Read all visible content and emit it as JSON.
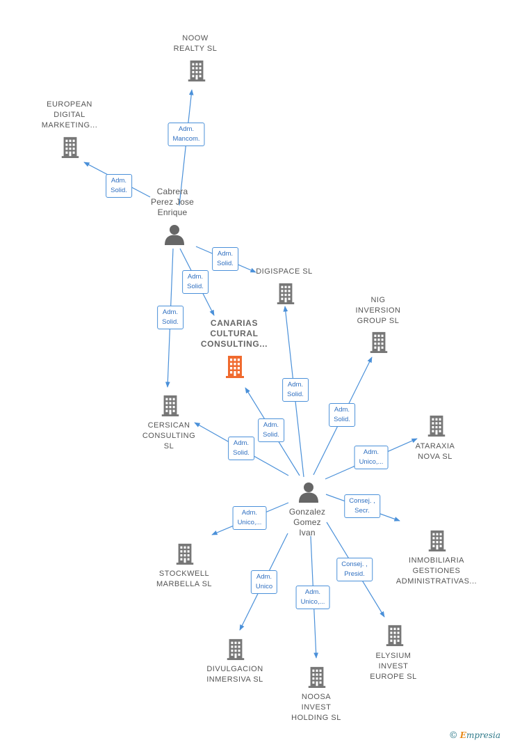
{
  "colors": {
    "edge": "#4a90d9",
    "company": "#777777",
    "focus_company": "#f06a2e",
    "person": "#666666"
  },
  "nodes": [
    {
      "id": "noow",
      "kind": "company",
      "label": [
        "NOOW",
        "REALTY  SL"
      ]
    },
    {
      "id": "european",
      "kind": "company",
      "label": [
        "EUROPEAN",
        "DIGITAL",
        "MARKETING..."
      ]
    },
    {
      "id": "cabrera",
      "kind": "person",
      "label": [
        "Cabrera",
        "Perez Jose",
        "Enrique"
      ]
    },
    {
      "id": "digispace",
      "kind": "company",
      "label": [
        "DIGISPACE  SL"
      ]
    },
    {
      "id": "nig",
      "kind": "company",
      "label": [
        "NIG",
        "INVERSION",
        "GROUP  SL"
      ]
    },
    {
      "id": "canarias",
      "kind": "company",
      "focus": true,
      "label": [
        "CANARIAS",
        "CULTURAL",
        "CONSULTING..."
      ]
    },
    {
      "id": "cersican",
      "kind": "company",
      "label": [
        "CERSICAN",
        "CONSULTING",
        "SL"
      ]
    },
    {
      "id": "ataraxia",
      "kind": "company",
      "label": [
        "ATARAXIA",
        "NOVA  SL"
      ]
    },
    {
      "id": "gonzalez",
      "kind": "person",
      "label": [
        "Gonzalez",
        "Gomez",
        "Ivan"
      ]
    },
    {
      "id": "stockwell",
      "kind": "company",
      "label": [
        "STOCKWELL",
        "MARBELLA  SL"
      ]
    },
    {
      "id": "inmobiliaria",
      "kind": "company",
      "label": [
        "INMOBILIARIA",
        "GESTIONES",
        "ADMINISTRATIVAS..."
      ]
    },
    {
      "id": "divulgacion",
      "kind": "company",
      "label": [
        "DIVULGACION",
        "INMERSIVA  SL"
      ]
    },
    {
      "id": "noosa",
      "kind": "company",
      "label": [
        "NOOSA",
        "INVEST",
        "HOLDING  SL"
      ]
    },
    {
      "id": "elysium",
      "kind": "company",
      "label": [
        "ELYSIUM",
        "INVEST",
        "EUROPE  SL"
      ]
    }
  ],
  "edges": [
    {
      "from": "cabrera",
      "to": "noow",
      "label": [
        "Adm.",
        "Mancom."
      ]
    },
    {
      "from": "cabrera",
      "to": "european",
      "label": [
        "Adm.",
        "Solid."
      ]
    },
    {
      "from": "cabrera",
      "to": "digispace",
      "label": [
        "Adm.",
        "Solid."
      ]
    },
    {
      "from": "cabrera",
      "to": "canarias",
      "label": [
        "Adm.",
        "Solid."
      ]
    },
    {
      "from": "cabrera",
      "to": "cersican",
      "label": [
        "Adm.",
        "Solid."
      ]
    },
    {
      "from": "gonzalez",
      "to": "digispace",
      "label": [
        "Adm.",
        "Solid."
      ]
    },
    {
      "from": "gonzalez",
      "to": "nig",
      "label": [
        "Adm.",
        "Solid."
      ]
    },
    {
      "from": "gonzalez",
      "to": "canarias",
      "label": [
        "Adm.",
        "Solid."
      ]
    },
    {
      "from": "gonzalez",
      "to": "cersican",
      "label": [
        "Adm.",
        "Solid."
      ]
    },
    {
      "from": "gonzalez",
      "to": "ataraxia",
      "label": [
        "Adm.",
        "Unico,..."
      ]
    },
    {
      "from": "gonzalez",
      "to": "inmobiliaria",
      "label": [
        "Consej. ,",
        "Secr."
      ]
    },
    {
      "from": "gonzalez",
      "to": "stockwell",
      "label": [
        "Adm.",
        "Unico,..."
      ]
    },
    {
      "from": "gonzalez",
      "to": "elysium",
      "label": [
        "Consej. ,",
        "Presid."
      ]
    },
    {
      "from": "gonzalez",
      "to": "divulgacion",
      "label": [
        "Adm.",
        "Unico"
      ]
    },
    {
      "from": "gonzalez",
      "to": "noosa",
      "label": [
        "Adm.",
        "Unico,..."
      ]
    }
  ],
  "logo": {
    "symbol": "©",
    "initial": "E",
    "rest": "mpresia"
  }
}
